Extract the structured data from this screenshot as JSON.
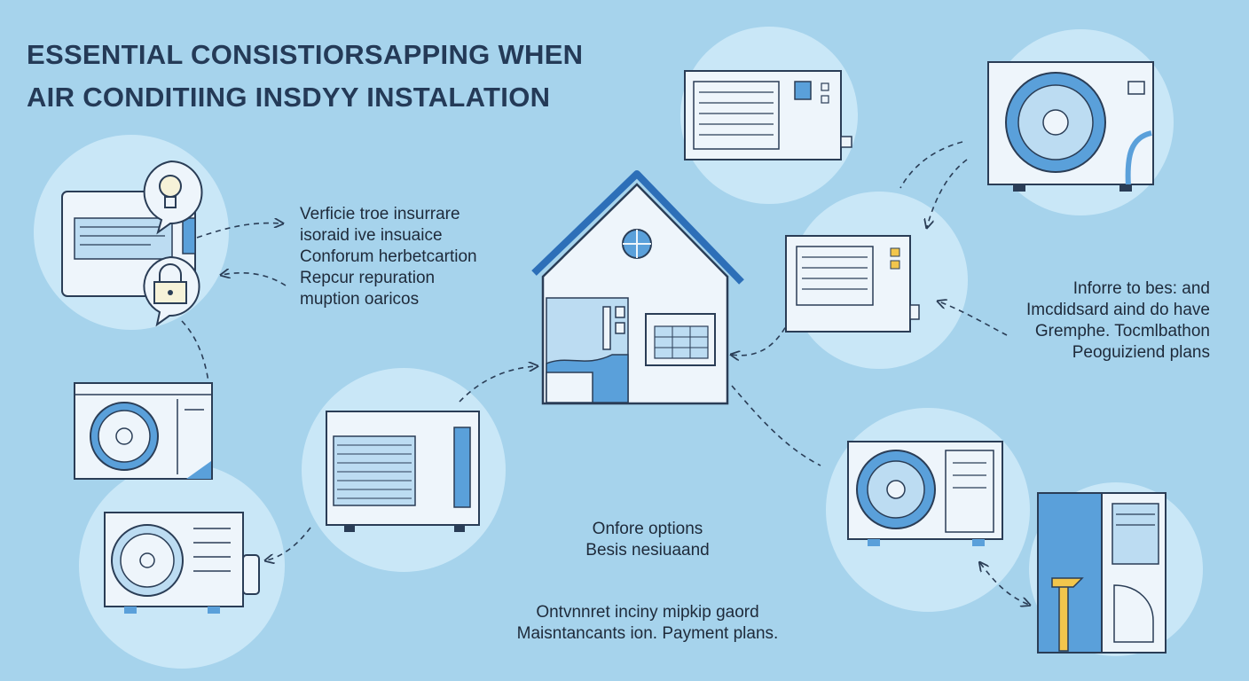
{
  "title": {
    "line1": "ESSENTIAL CONSISTIORSAPPING WHEN",
    "line2": "AIR CONDITIING INSDYY INSTALATION"
  },
  "left_notes": [
    "Verficie troe  insurrare",
    "isoraid ive insuaice",
    "Conforum herbetcartion",
    "Repcur repuration",
    "muption oaricos"
  ],
  "right_notes": [
    "Inforre to bes: and",
    "Imcdidsard aind do have",
    "Gremphe. Tocmlbathon",
    "Peoguiziend plans"
  ],
  "center_notes": {
    "top": [
      "Onfore options",
      "Besis nesiuaand"
    ],
    "bottom": [
      "Ontvnnret inciny mipkip gaord",
      "Maisntancants ion.  Payment plans."
    ]
  },
  "colors": {
    "background": "#a6d3ec",
    "circle": "#c9e7f7",
    "line": "#2a3d56",
    "accent": "#5aa0da",
    "unit_fill": "#eef5fb"
  },
  "icons": [
    "document-card-icon",
    "lightbulb-icon",
    "lock-icon",
    "house-icon",
    "window-ac-icon",
    "outdoor-fan-unit-icon",
    "indoor-ac-unit-icon",
    "water-heater-unit-icon",
    "thermometer-icon"
  ]
}
